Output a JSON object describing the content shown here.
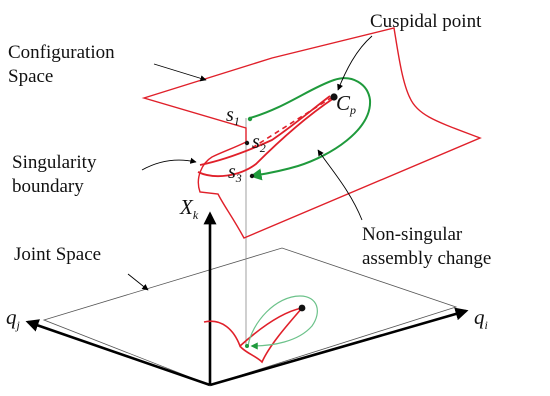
{
  "labels": {
    "configuration_space_line1": "Configuration",
    "configuration_space_line2": "Space",
    "cuspidal_point": "Cuspidal point",
    "singularity_line1": "Singularity",
    "singularity_line2": "boundary",
    "non_singular_line1": "Non-singular",
    "non_singular_line2": "assembly change",
    "joint_space": "Joint Space"
  },
  "symbols": {
    "s1_base": "s",
    "s1_sub": "1",
    "s2_base": "s",
    "s2_sub": "2",
    "s3_base": "s",
    "s3_sub": "3",
    "cp_base": "C",
    "cp_sub": "p",
    "xk_base": "X",
    "xk_sub": "k",
    "qj_base": "q",
    "qj_sub": "j",
    "qi_base": "q",
    "qi_sub": "i"
  },
  "colors": {
    "singularity": "#e0202a",
    "path": "#1f9a3c",
    "path_light": "#6cc28a",
    "axis": "#000000",
    "plane": "#555555"
  }
}
